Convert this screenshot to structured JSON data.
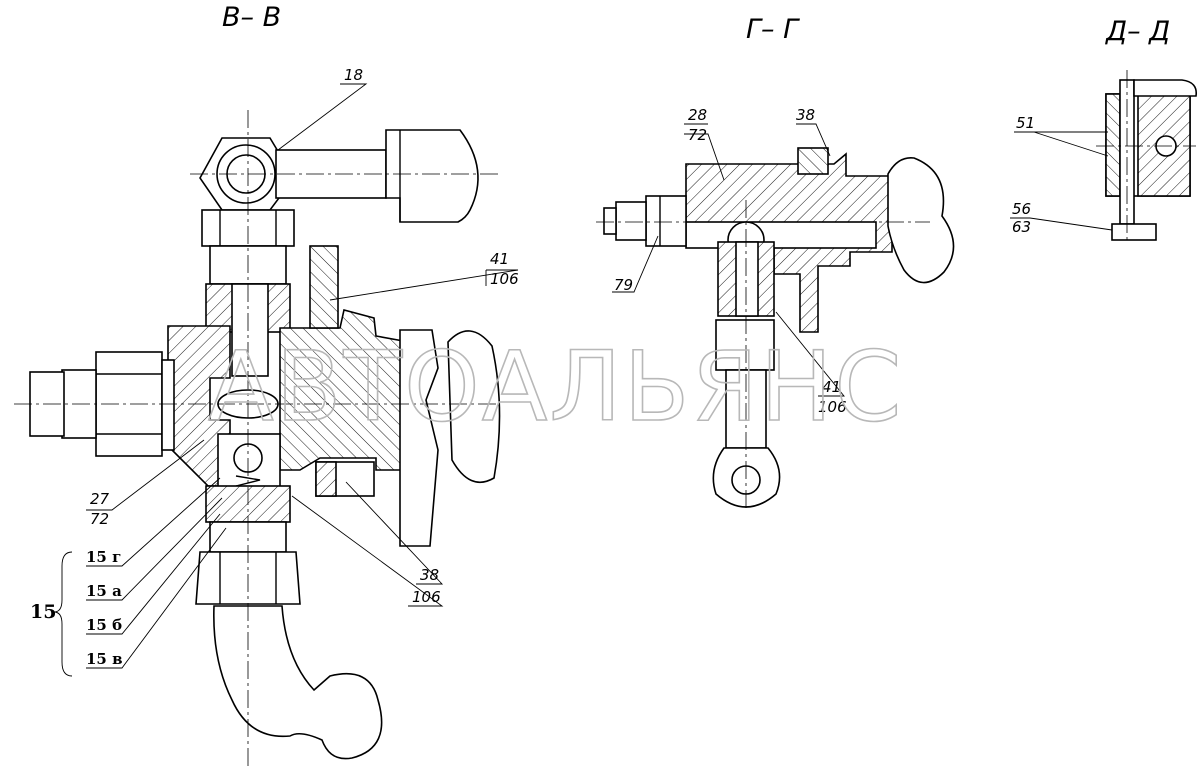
{
  "views": {
    "bb": {
      "title": "В– В"
    },
    "gg": {
      "title": "Г– Г"
    },
    "dd": {
      "title": "Д– Д"
    }
  },
  "callouts": {
    "c18": "18",
    "c41_top": "41",
    "c106_top": "106",
    "c27": "27",
    "c72_left": "72",
    "c38_left": "38",
    "c106_left": "106",
    "c28": "28",
    "c72_mid": "72",
    "c38_mid": "38",
    "c79": "79",
    "c41_mid": "41",
    "c106_mid": "106",
    "c51": "51",
    "c56": "56",
    "c63": "63"
  },
  "group15": {
    "label": "15",
    "items": [
      "15 г",
      "15 а",
      "15 б",
      "15 в"
    ]
  },
  "watermark": "АВТОАЛЬЯНС"
}
